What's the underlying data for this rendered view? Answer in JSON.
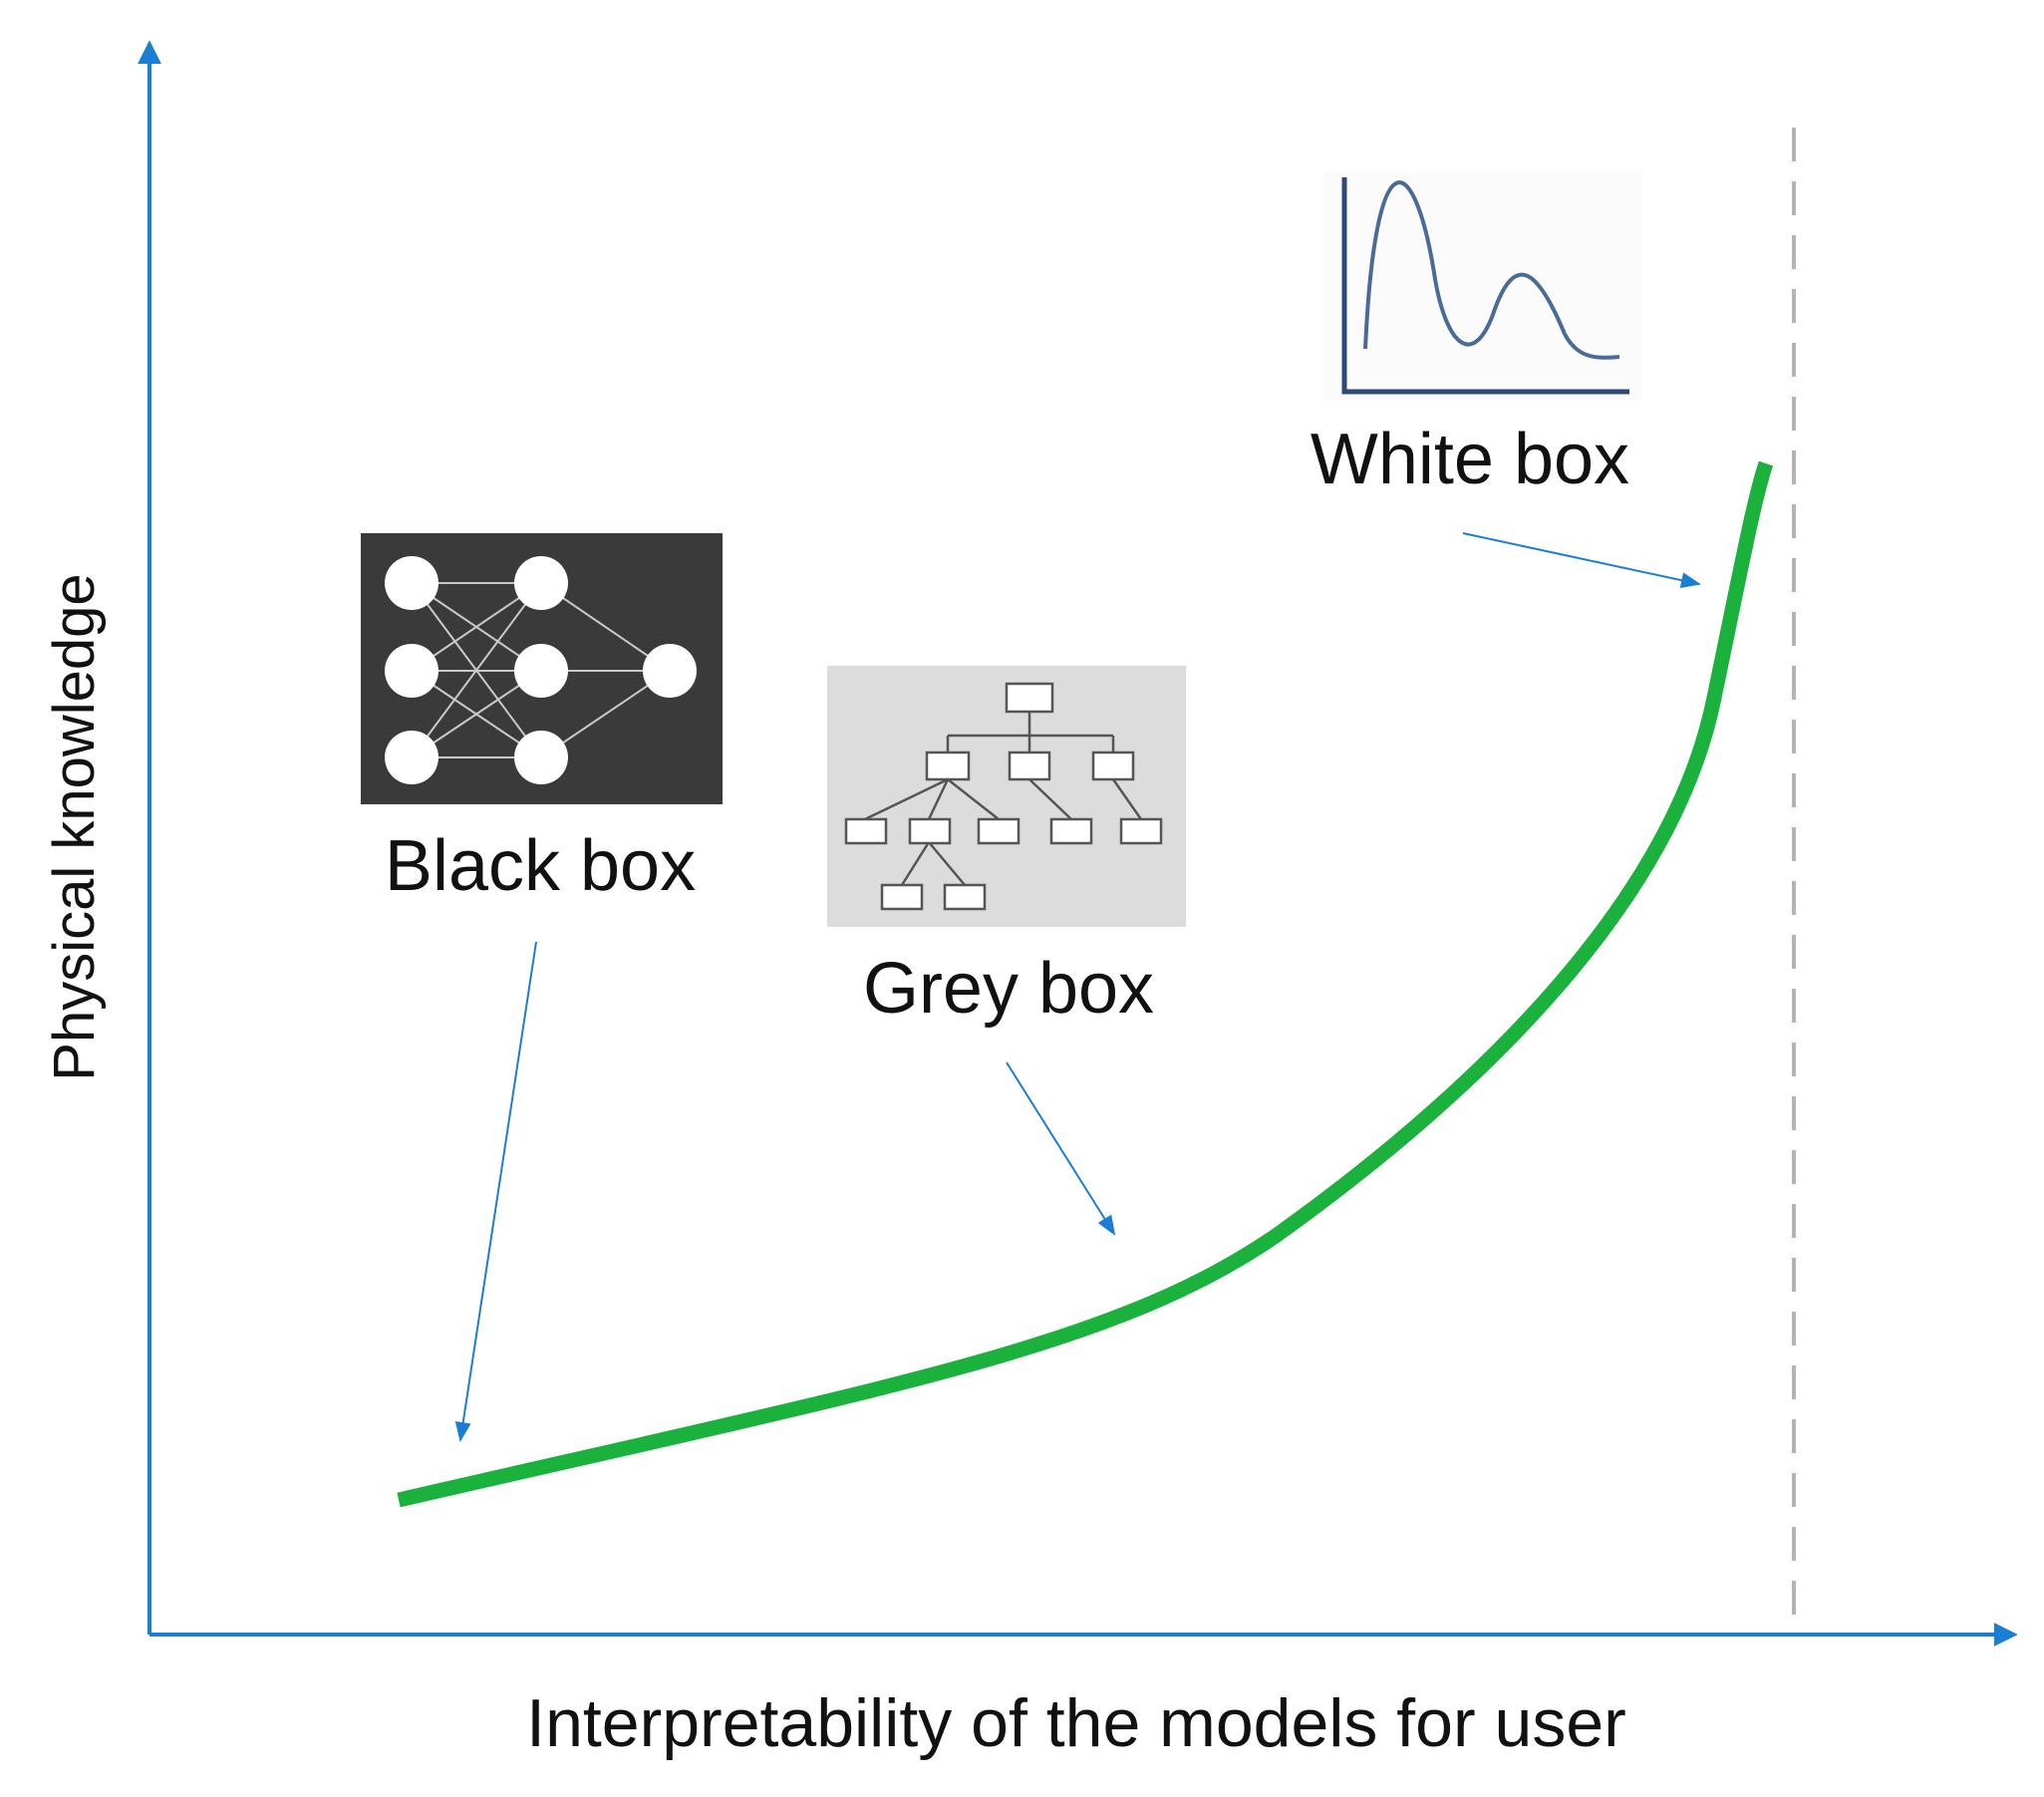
{
  "axes": {
    "x_label": "Interpretability of the models for user",
    "y_label": "Physical knowledge"
  },
  "models": [
    {
      "label": "Black box",
      "icon": "neural-network-icon"
    },
    {
      "label": "Grey box",
      "icon": "decision-tree-icon"
    },
    {
      "label": "White box",
      "icon": "line-plot-icon"
    }
  ],
  "colors": {
    "axis": "#1a7fd4",
    "curve": "#1ab23c",
    "arrow": "#1a7fd4",
    "asymptote": "#b3b3b3",
    "black_box_bg": "#3a3a3a",
    "grey_box_bg": "#dcdcdc"
  }
}
